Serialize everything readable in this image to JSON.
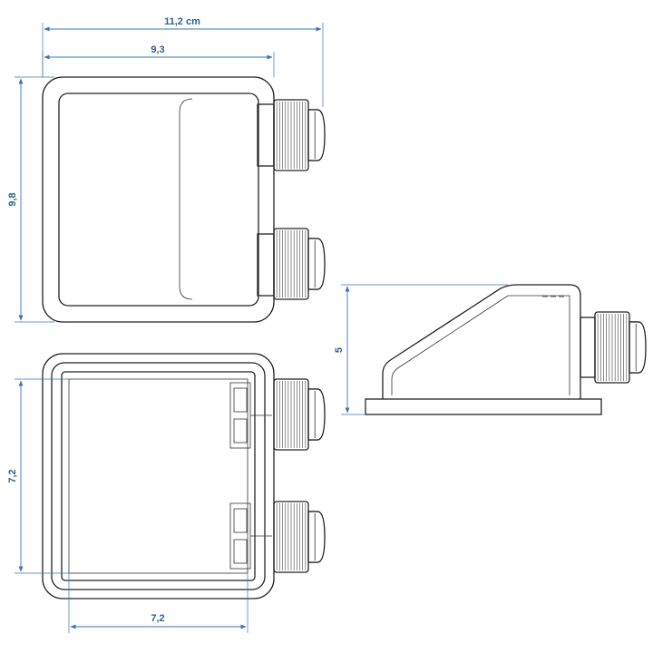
{
  "dimensions": {
    "overall_width": "11,2 cm",
    "body_width": "9,3",
    "height_top": "9,8",
    "side_height": "5",
    "inner_height": "7,2",
    "inner_width": "7,2"
  },
  "colors": {
    "dimension_line": "#3a74b0",
    "dimension_text": "#2d5f8f",
    "outline": "#222222"
  }
}
